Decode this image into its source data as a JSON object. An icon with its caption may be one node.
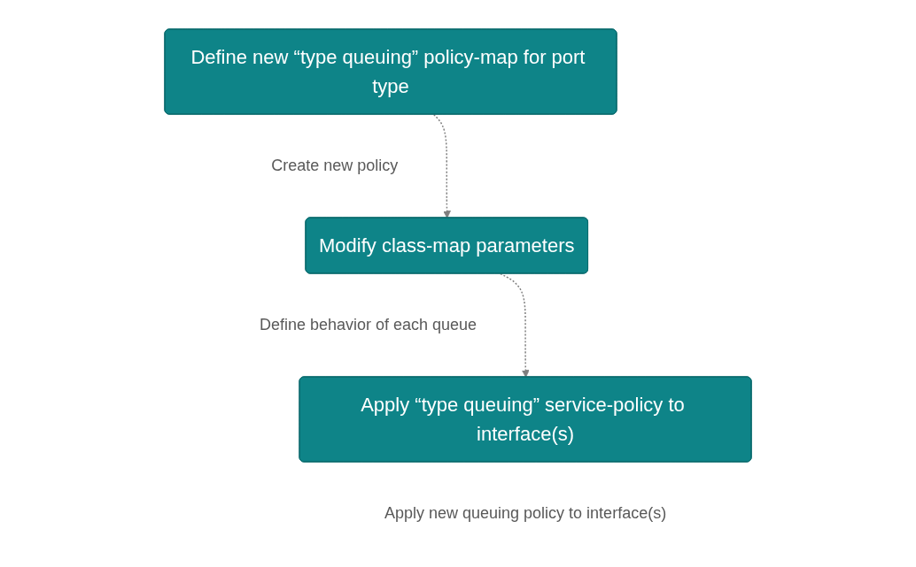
{
  "diagram": {
    "nodes": [
      {
        "text": [
          "Define new “type queuing” policy-map for port type"
        ],
        "beside": [
          "Create new policy"
        ]
      },
      {
        "text": [
          "Modify class-map parameters"
        ],
        "beside": [
          "Define behavior of each queue"
        ]
      },
      {
        "text": [
          "Apply “type queuing” service-policy to interface(s)"
        ],
        "beside": [
          "Apply new queuing policy to interface(s)"
        ]
      }
    ],
    "edges": [
      {
        "from": 0,
        "to": 1,
        "arrow": "to",
        "style": "dashed"
      },
      {
        "from": 1,
        "to": 2,
        "arrow": "to",
        "style": "dashed"
      }
    ]
  }
}
